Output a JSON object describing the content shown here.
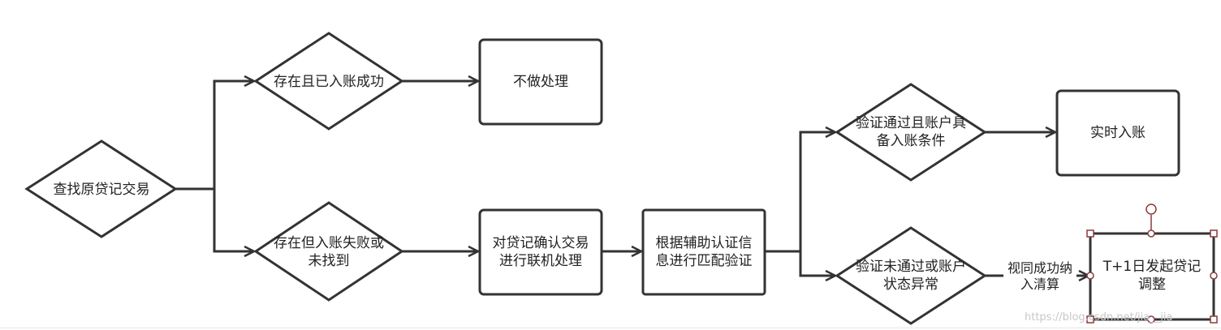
{
  "nodes": {
    "find_original": "查找原贷记交易",
    "exists_posted": "存在且已入账成功",
    "no_action": "不做处理",
    "exists_failed": "存在但入账失败或未找到",
    "online_process": "对贷记确认交易进行联机处理",
    "match_verify": "根据辅助认证信息进行匹配验证",
    "verify_pass": "验证通过且账户具备入账条件",
    "realtime_post": "实时入账",
    "verify_fail": "验证未通过或账户状态异常",
    "t1_adjust": "T+1日发起贷记调整"
  },
  "edge_labels": {
    "treat_success": "视同成功纳入清算"
  },
  "watermark": "https://blog.csdn.net/jia__jia",
  "colors": {
    "stroke": "#333333",
    "selection": "#8b3a3a",
    "watermark": "#c8c8c8"
  }
}
